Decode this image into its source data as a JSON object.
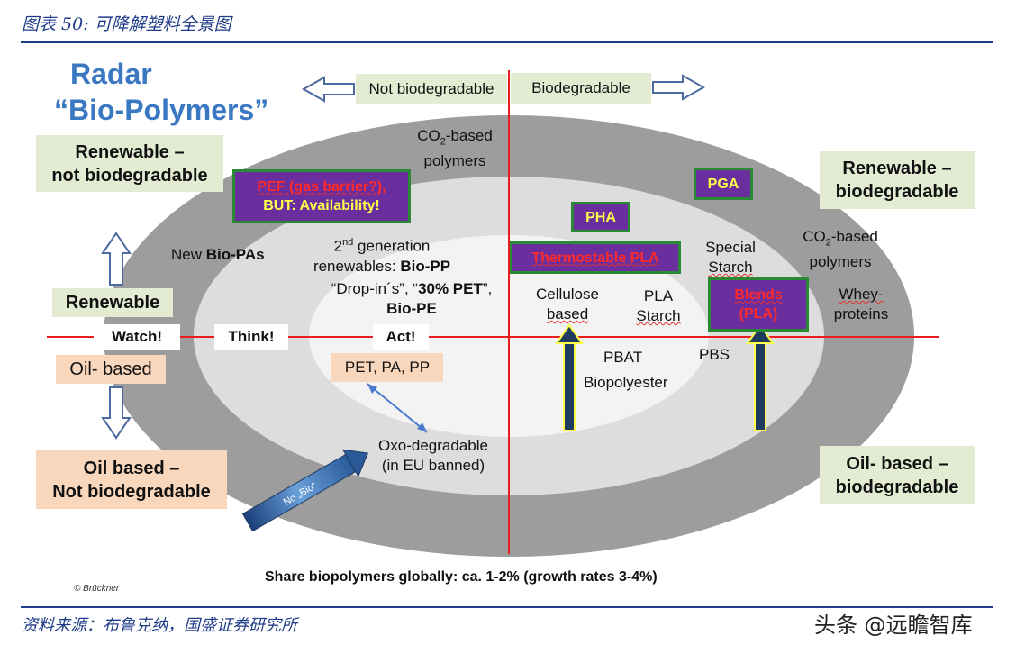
{
  "caption": {
    "figure_label": "图表 50:",
    "title": "可降解塑料全景图"
  },
  "diagram": {
    "title_line1": "Radar",
    "title_line2": "“Bio-Polymers”",
    "top_left_label": "Not biodegradable",
    "top_right_label": "Biodegradable",
    "quadrant_top_left": {
      "line1": "Renewable –",
      "line2": "not biodegradable"
    },
    "quadrant_top_right": {
      "line1": "Renewable –",
      "line2": "biodegradable"
    },
    "quadrant_bottom_left": {
      "line1": "Oil based –",
      "line2": "Not biodegradable"
    },
    "quadrant_bottom_right": {
      "line1": "Oil- based –",
      "line2": "biodegradable"
    },
    "renewable_label": "Renewable",
    "oil_based_label": "Oil- based",
    "ring_labels": {
      "watch": "Watch!",
      "think": "Think!",
      "act": "Act!"
    },
    "co2_left": {
      "pre": "CO",
      "sub": "2",
      "post": "-based",
      "line2": "polymers"
    },
    "co2_right": {
      "pre": "CO",
      "sub": "2",
      "post": "-based",
      "line2": "polymers"
    },
    "new_bio_pas": {
      "pre": "New ",
      "bold": "Bio-PAs"
    },
    "second_gen": {
      "num": "2",
      "sup": "nd",
      "rest": " generation",
      "line2_pre": "renewables: ",
      "line2_bold": "Bio-PP"
    },
    "drop_ins": {
      "pre": "“Drop-in´s”, “",
      "bold": "30% PET",
      "post": "”,",
      "line2": "Bio-PE"
    },
    "pet_pa_pp": "PET, PA, PP",
    "oxo": {
      "line1": "Oxo-degradable",
      "line2": "(in EU banned)"
    },
    "no_bio": "No „Bio“",
    "pef": {
      "line1": "PEF (gas barrier?),",
      "line2": "BUT: Availability!"
    },
    "pha": "PHA",
    "pga": "PGA",
    "thermo_pla": "Thermostable PLA",
    "blends": {
      "line1": "Blends",
      "line2": "(PLA)"
    },
    "cellulose": {
      "line1": "Cellulose",
      "line2": "based"
    },
    "pla_starch": {
      "line1": "PLA",
      "line2": "Starch"
    },
    "special_starch": {
      "line1": "Special",
      "line2": "Starch"
    },
    "whey": {
      "line1": "Whey-",
      "line2": "proteins"
    },
    "pbat": "PBAT",
    "biopolyester": "Biopolyester",
    "pbs": "PBS",
    "share_note": "Share biopolymers globally: ca. 1-2% (growth rates 3-4%)",
    "credit": "© Brückner"
  },
  "footer": {
    "source": "资料来源：布鲁克纳，国盛证券研究所",
    "watermark": "头条 @远瞻智库"
  },
  "colors": {
    "accent_blue": "#1f3c88",
    "axis_red": "#e81e1e",
    "purple": "#6a2e9e",
    "green_border": "#2a8a34"
  }
}
